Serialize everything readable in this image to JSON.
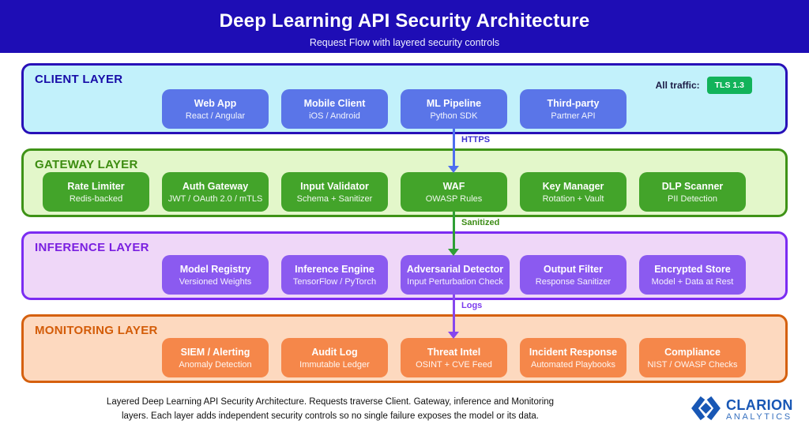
{
  "header": {
    "title": "Deep Learning API Security Architecture",
    "subtitle": "Request Flow with layered security controls"
  },
  "layers": [
    {
      "id": "client",
      "label": "CLIENT LAYER",
      "traffic_label": "All traffic:",
      "traffic_badge": "TLS 1.3",
      "nodes": [
        {
          "title": "Web App",
          "subtitle": "React / Angular"
        },
        {
          "title": "Mobile Client",
          "subtitle": "iOS / Android"
        },
        {
          "title": "ML Pipeline",
          "subtitle": "Python SDK"
        },
        {
          "title": "Third-party",
          "subtitle": "Partner API"
        }
      ]
    },
    {
      "id": "gateway",
      "label": "GATEWAY LAYER",
      "nodes": [
        {
          "title": "Rate Limiter",
          "subtitle": "Redis-backed"
        },
        {
          "title": "Auth Gateway",
          "subtitle": "JWT / OAuth 2.0 / mTLS"
        },
        {
          "title": "Input Validator",
          "subtitle": "Schema + Sanitizer"
        },
        {
          "title": "WAF",
          "subtitle": "OWASP Rules"
        },
        {
          "title": "Key Manager",
          "subtitle": "Rotation + Vault"
        },
        {
          "title": "DLP Scanner",
          "subtitle": "PII Detection"
        }
      ]
    },
    {
      "id": "inference",
      "label": "INFERENCE LAYER",
      "nodes": [
        {
          "title": "Model Registry",
          "subtitle": "Versioned Weights"
        },
        {
          "title": "Inference Engine",
          "subtitle": "TensorFlow / PyTorch"
        },
        {
          "title": "Adversarial Detector",
          "subtitle": "Input Perturbation Check"
        },
        {
          "title": "Output Filter",
          "subtitle": "Response Sanitizer"
        },
        {
          "title": "Encrypted Store",
          "subtitle": "Model + Data at Rest"
        }
      ]
    },
    {
      "id": "monitoring",
      "label": "MONITORING LAYER",
      "nodes": [
        {
          "title": "SIEM / Alerting",
          "subtitle": "Anomaly Detection"
        },
        {
          "title": "Audit Log",
          "subtitle": "Immutable Ledger"
        },
        {
          "title": "Threat Intel",
          "subtitle": "OSINT + CVE Feed"
        },
        {
          "title": "Incident Response",
          "subtitle": "Automated Playbooks"
        },
        {
          "title": "Compliance",
          "subtitle": "NIST / OWASP Checks"
        }
      ]
    }
  ],
  "arrows": [
    {
      "label": "HTTPS"
    },
    {
      "label": "Sanitized"
    },
    {
      "label": "Logs"
    }
  ],
  "footer": {
    "caption_line1": "Layered Deep Learning API Security Architecture. Requests traverse Client. Gateway, inference and Monitoring",
    "caption_line2": "layers. Each layer adds independent security controls so no single failure exposes the model or its data.",
    "logo_name": "CLARION",
    "logo_sub": "ANALYTICS"
  },
  "colors": {
    "header_bg": "#1e0db5",
    "client_border": "#2810b8",
    "client_bg": "#c2f1fb",
    "client_node": "#5a75e8",
    "gateway_border": "#3f9317",
    "gateway_bg": "#e3f7ca",
    "gateway_node": "#43a42a",
    "inference_border": "#7b2cf2",
    "inference_bg": "#efd7f8",
    "inference_node": "#8b5af0",
    "monitoring_border": "#d5600e",
    "monitoring_bg": "#fdd9bf",
    "monitoring_node": "#f5874a",
    "tls_badge": "#12b35a",
    "arrow_https": "#4e6df0",
    "arrow_sanitized": "#2f9f35",
    "arrow_logs": "#8647ee",
    "logo_blue": "#1857b5"
  }
}
